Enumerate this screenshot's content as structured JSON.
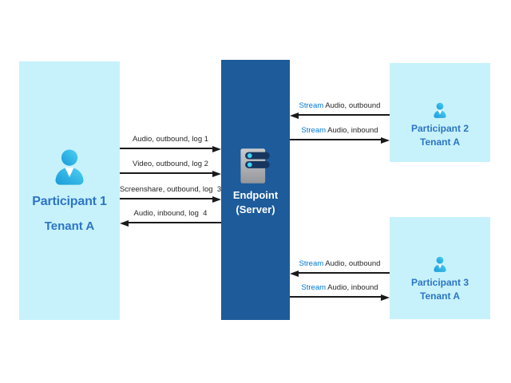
{
  "diagram": {
    "participant1": {
      "name": "Participant 1",
      "tenant": "Tenant A"
    },
    "endpoint": {
      "title": "Endpoint",
      "subtitle": "(Server)"
    },
    "participant2": {
      "name": "Participant 2",
      "tenant": "Tenant A"
    },
    "participant3": {
      "name": "Participant 3",
      "tenant": "Tenant A"
    },
    "flows_p1_server": [
      {
        "text": "Audio, outbound, log 1",
        "direction": "right"
      },
      {
        "text": "Video, outbound, log 2",
        "direction": "right"
      },
      {
        "text": "Screenshare, outbound, log  3",
        "direction": "right"
      },
      {
        "text": "Audio, inbound, log  4",
        "direction": "left"
      }
    ],
    "flows_server_p2": [
      {
        "prefix": "Stream",
        "text": " Audio, outbound",
        "direction": "left"
      },
      {
        "prefix": "Stream",
        "text": " Audio, inbound",
        "direction": "right"
      }
    ],
    "flows_server_p3": [
      {
        "prefix": "Stream",
        "text": " Audio, outbound",
        "direction": "left"
      },
      {
        "prefix": "Stream",
        "text": " Audio, inbound",
        "direction": "right"
      }
    ]
  },
  "colors": {
    "canvas_bg": "#FFFFFF",
    "participant_box_bg": "#C7F2FB",
    "endpoint_box_bg": "#1D5B9B",
    "participant_text": "#2C75C6",
    "endpoint_text": "#FFFFFF",
    "stream_word": "#0078D4",
    "flow_label_text": "#262626",
    "arrow": "#1A1A1A",
    "person_icon_gradient": [
      "#4FD0F4",
      "#189BD7"
    ],
    "server_body_gradient": [
      "#C9CBCD",
      "#95979B"
    ],
    "server_slot": "#16365F",
    "server_led": "#3ED4F6"
  }
}
